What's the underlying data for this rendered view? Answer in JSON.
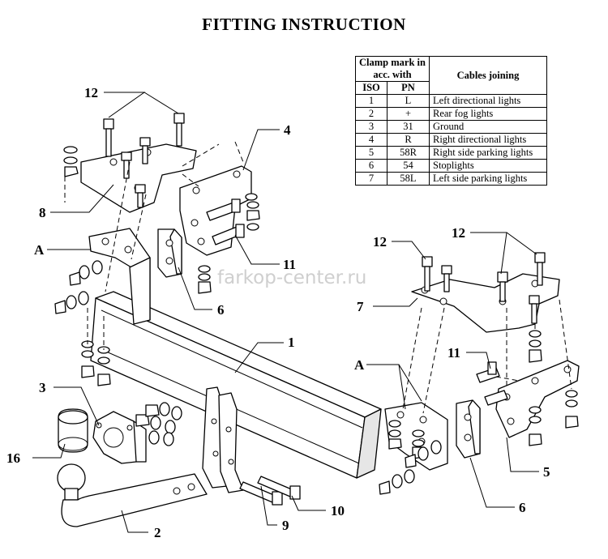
{
  "title": "FITTING INSTRUCTION",
  "watermark": "farkop-center.ru",
  "table": {
    "header": {
      "clamp_mark": "Clamp mark in acc. with",
      "iso": "ISO",
      "pn": "PN",
      "cables_joining": "Cables joining"
    },
    "rows": [
      {
        "iso": "1",
        "pn": "L",
        "cable": "Left directional lights"
      },
      {
        "iso": "2",
        "pn": "+",
        "cable": "Rear fog lights"
      },
      {
        "iso": "3",
        "pn": "31",
        "cable": "Ground"
      },
      {
        "iso": "4",
        "pn": "R",
        "cable": "Right directional lights"
      },
      {
        "iso": "5",
        "pn": "58R",
        "cable": "Right side parking lights"
      },
      {
        "iso": "6",
        "pn": "54",
        "cable": "Stoplights"
      },
      {
        "iso": "7",
        "pn": "58L",
        "cable": "Left side parking lights"
      }
    ]
  },
  "labels": {
    "p12_left": "12",
    "p4": "4",
    "p8": "8",
    "pA_left": "A",
    "p11_left": "11",
    "p6_left": "6",
    "p12_mid": "12",
    "p12_right": "12",
    "p7": "7",
    "p1": "1",
    "pA_right": "A",
    "p11_right": "11",
    "p3": "3",
    "p16": "16",
    "p5": "5",
    "p6_right": "6",
    "p10": "10",
    "p9": "9",
    "p2": "2"
  }
}
